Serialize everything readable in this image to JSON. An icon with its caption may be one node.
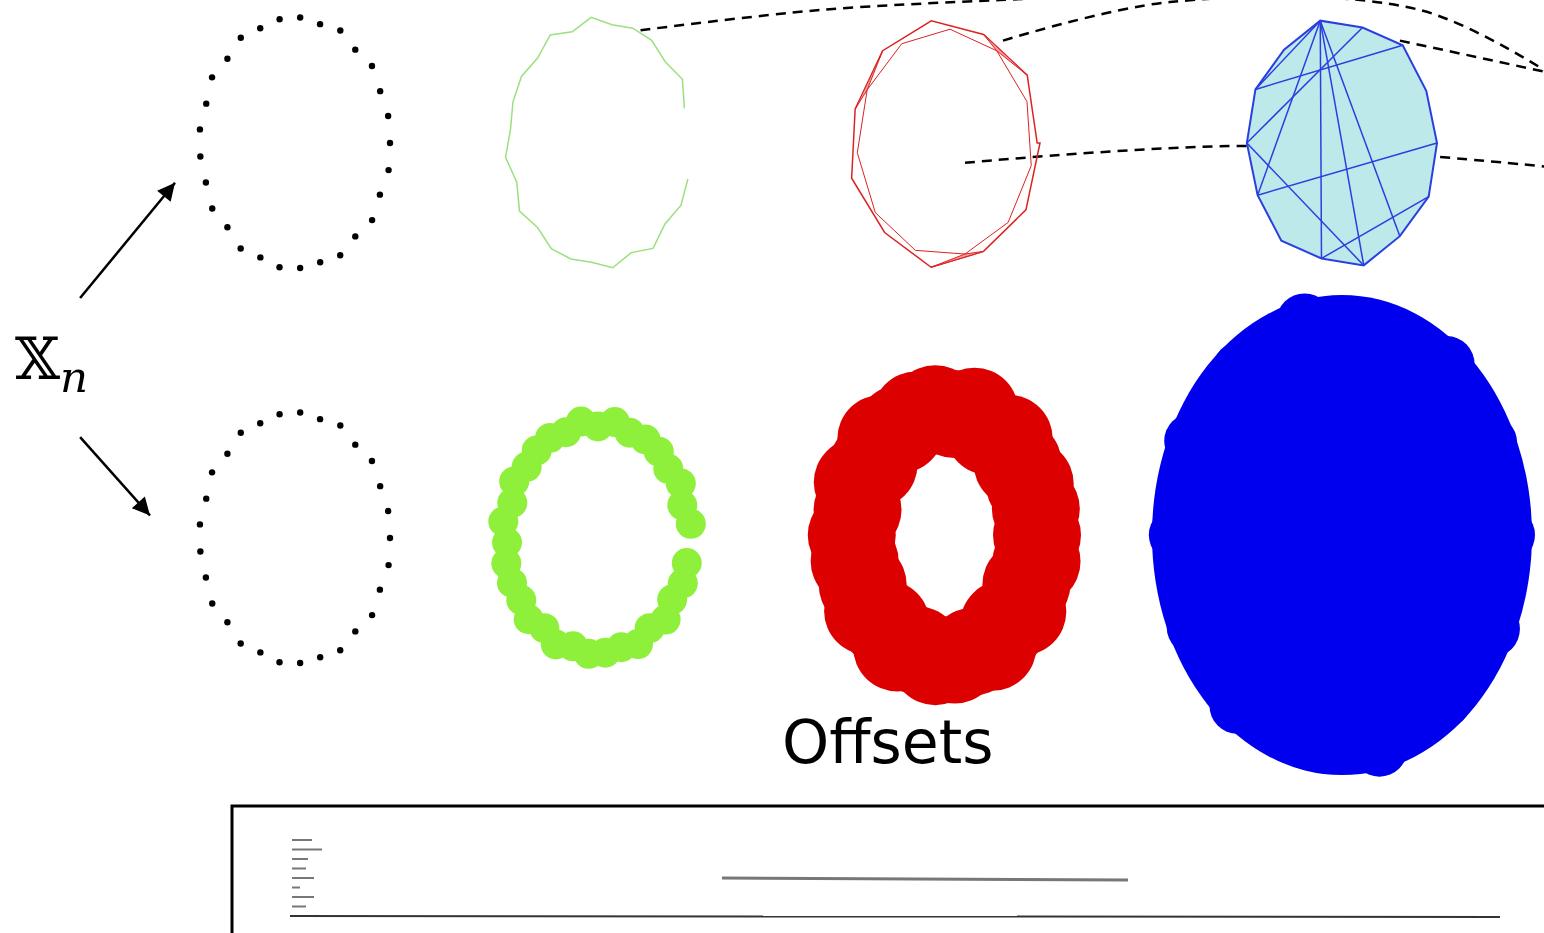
{
  "diagram": {
    "nodes": [
      {
        "text": [
          "𝕏$_{n}$"
        ]
      },
      {
        "text": [],
        "shape": "picture"
      },
      {
        "text": [],
        "shape": "picture"
      },
      {
        "text": [],
        "shape": "picture"
      },
      {
        "text": [],
        "shape": "picture"
      },
      {
        "text": [],
        "shape": "picture"
      },
      {
        "text": [],
        "shape": "picture"
      },
      {
        "text": [],
        "shape": "picture"
      },
      {
        "text": [],
        "shape": "picture"
      }
    ],
    "edges": [
      {
        "from": 0,
        "to": 1,
        "arrow": "to"
      },
      {
        "from": 0,
        "to": 2,
        "arrow": "to"
      },
      {
        "from": 3,
        "to": null,
        "arrow": "none",
        "style": "dashed"
      },
      {
        "from": 4,
        "to": null,
        "arrow": "none",
        "style": "dashed"
      },
      {
        "from": 4,
        "to": null,
        "arrow": "none",
        "style": "dashed"
      },
      {
        "from": 5,
        "to": null,
        "arrow": "none",
        "style": "dashed"
      }
    ],
    "labels": [
      "Offsets"
    ]
  }
}
